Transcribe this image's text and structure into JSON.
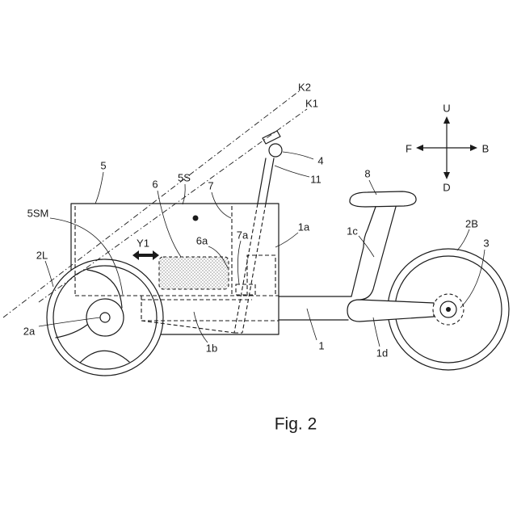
{
  "figure": {
    "caption": "Fig. 2"
  },
  "colors": {
    "line": "#1a1a1a",
    "background": "#ffffff"
  },
  "reference_lines": {
    "k2": "K2",
    "k1": "K1"
  },
  "directions": {
    "up": "U",
    "down": "D",
    "front": "F",
    "back": "B"
  },
  "movement_arrow": {
    "label": "Y1"
  },
  "labels": {
    "ref_1": "1",
    "ref_1a": "1a",
    "ref_1b": "1b",
    "ref_1c": "1c",
    "ref_1d": "1d",
    "ref_2L": "2L",
    "ref_2a": "2a",
    "ref_2B": "2B",
    "ref_3": "3",
    "ref_4": "4",
    "ref_5": "5",
    "ref_5S": "5S",
    "ref_5SM": "5SM",
    "ref_6": "6",
    "ref_6a": "6a",
    "ref_7": "7",
    "ref_7a": "7a",
    "ref_8": "8",
    "ref_11": "11"
  }
}
